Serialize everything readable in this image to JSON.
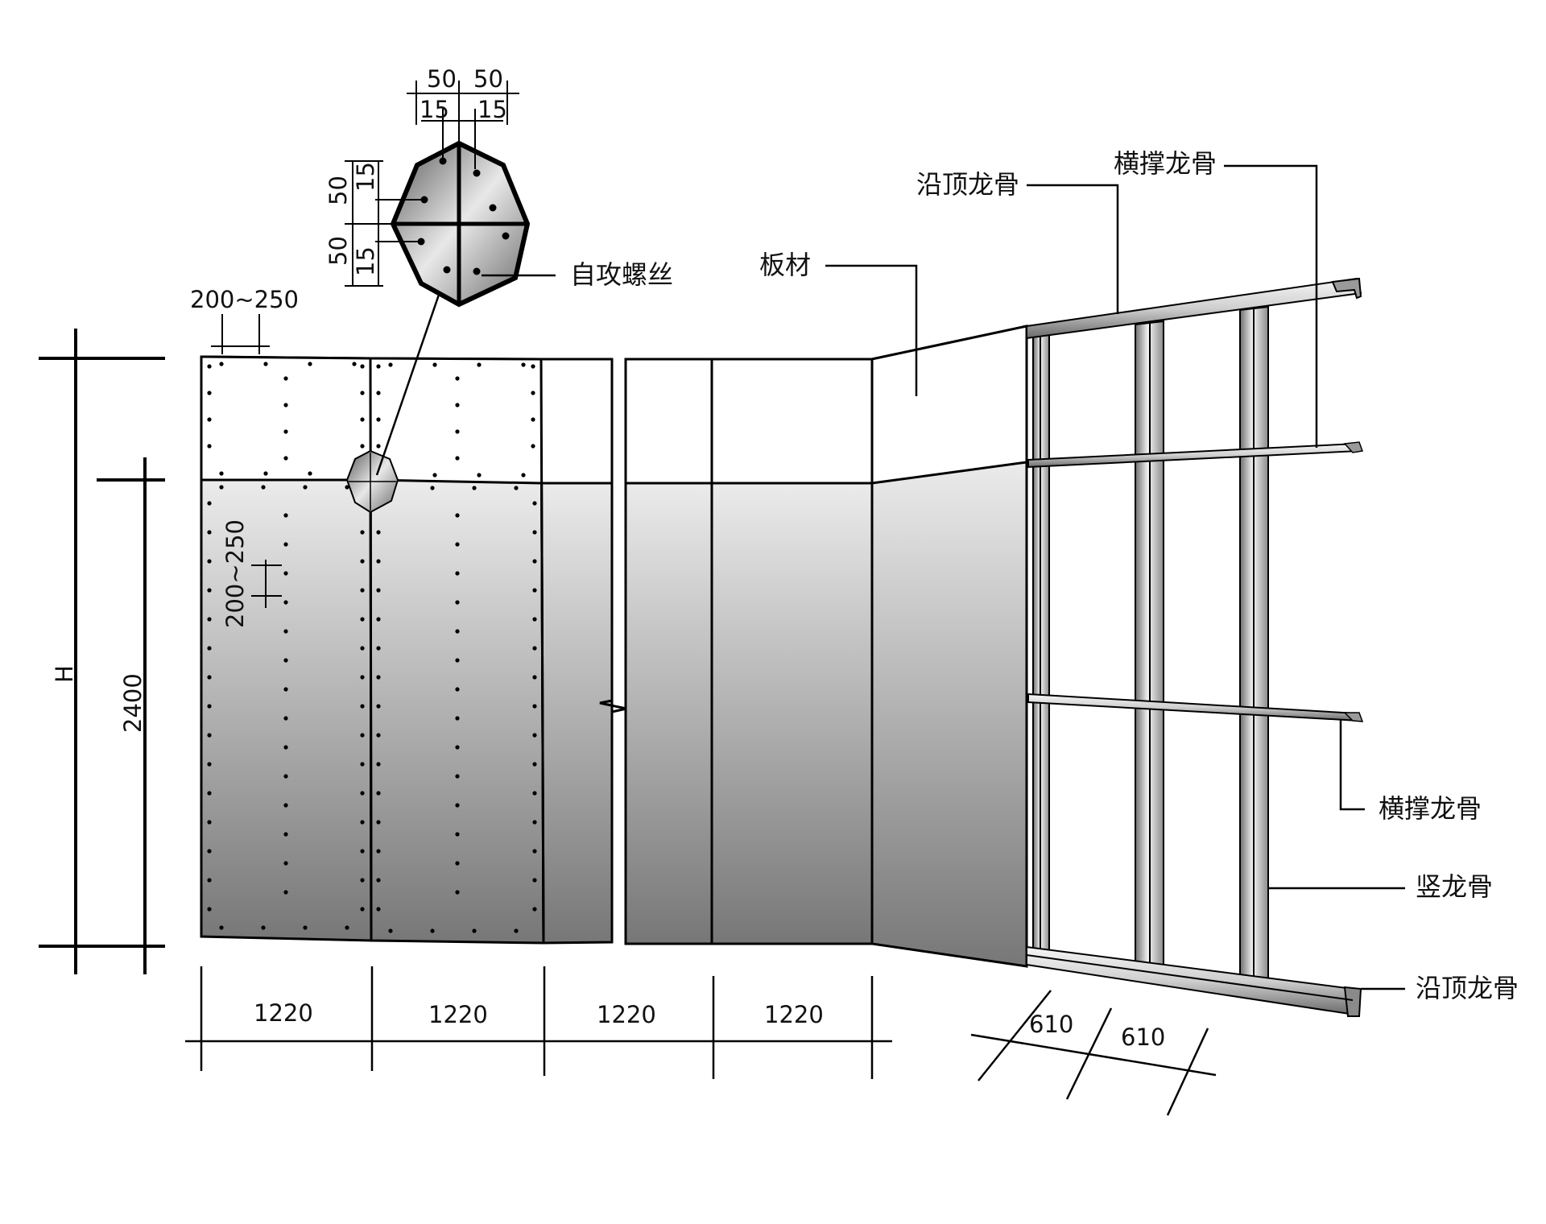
{
  "detail": {
    "top_dims": [
      "50",
      "50"
    ],
    "top_sub_dims": [
      "15",
      "15"
    ],
    "side_dims": [
      "50",
      "50"
    ],
    "side_sub_dims": [
      "15",
      "15"
    ],
    "screw_label": "自攻螺丝"
  },
  "panel_labels": {
    "board": "板材",
    "top_track_upper": "沿顶龙骨",
    "cross_stud_upper": "横撑龙骨",
    "cross_stud_lower": "横撑龙骨",
    "vertical_stud": "竖龙骨",
    "top_track_lower": "沿顶龙骨"
  },
  "dimensions": {
    "height": "H",
    "board_height": "2400",
    "screw_spacing_top": "200~250",
    "screw_spacing_side": "200~250",
    "board_widths": [
      "1220",
      "1220",
      "1220",
      "1220"
    ],
    "stud_spacing": [
      "610",
      "610"
    ]
  },
  "colors": {
    "board_light": "#ffffff",
    "board_dark": "#7a7a7a",
    "steel_light": "#f2f2f2",
    "steel_dark": "#6e6e6e",
    "line": "#000000"
  }
}
